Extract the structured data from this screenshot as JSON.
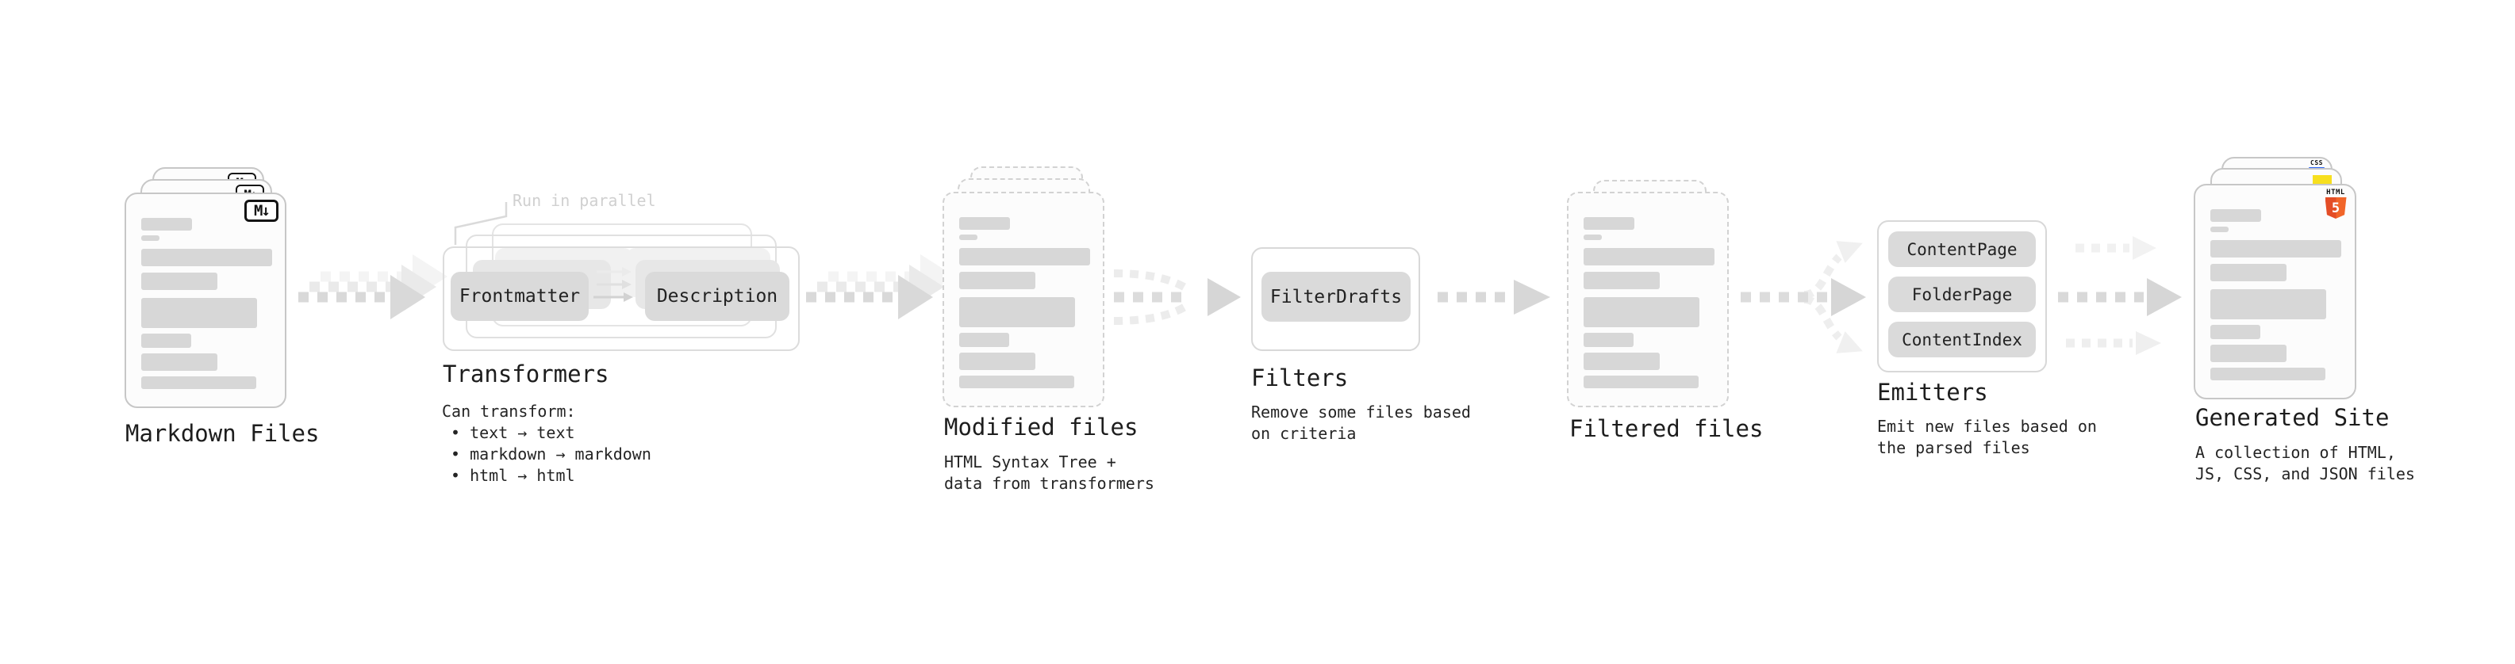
{
  "canvas": {
    "background": "#ffffff"
  },
  "colors": {
    "arrow_gray": "#d9d9d9",
    "arrow_gray_faint": "#ececec",
    "bar_gray": "#d7d7d7",
    "pill_gray": "#dadada",
    "annotation_gray": "#d0d0d0",
    "text_dark": "#1d1d1d",
    "html5_orange_dark": "#e44d26",
    "html5_orange_light": "#f16529",
    "js_yellow": "#f7df1e",
    "css_blue": "#2b63f6"
  },
  "markdown_files": {
    "label": "Markdown Files",
    "file_icon": "M↓"
  },
  "transformers": {
    "label": "Transformers",
    "annotation": "Run in parallel",
    "pill_left": "Frontmatter",
    "pill_right": "Description",
    "desc_title": "Can transform:",
    "bullet_1": "• text → text",
    "bullet_2": "• markdown → markdown",
    "bullet_3": "• html → html"
  },
  "modified_files": {
    "label": "Modified files",
    "desc_line_1": "HTML Syntax Tree +",
    "desc_line_2": "data from transformers"
  },
  "filters": {
    "label": "Filters",
    "pill": "FilterDrafts",
    "desc_line_1": "Remove some files based",
    "desc_line_2": "on criteria"
  },
  "filtered_files": {
    "label": "Filtered files"
  },
  "emitters": {
    "label": "Emitters",
    "pill_1": "ContentPage",
    "pill_2": "FolderPage",
    "pill_3": "ContentIndex",
    "desc_line_1": "Emit new files based on",
    "desc_line_2": "the parsed files"
  },
  "generated_site": {
    "label": "Generated Site",
    "desc_line_1": "A collection of HTML,",
    "desc_line_2": "JS, CSS, and JSON files",
    "badge_css": "CSS",
    "badge_html_brand": "HTML",
    "badge_html_number": "5"
  }
}
